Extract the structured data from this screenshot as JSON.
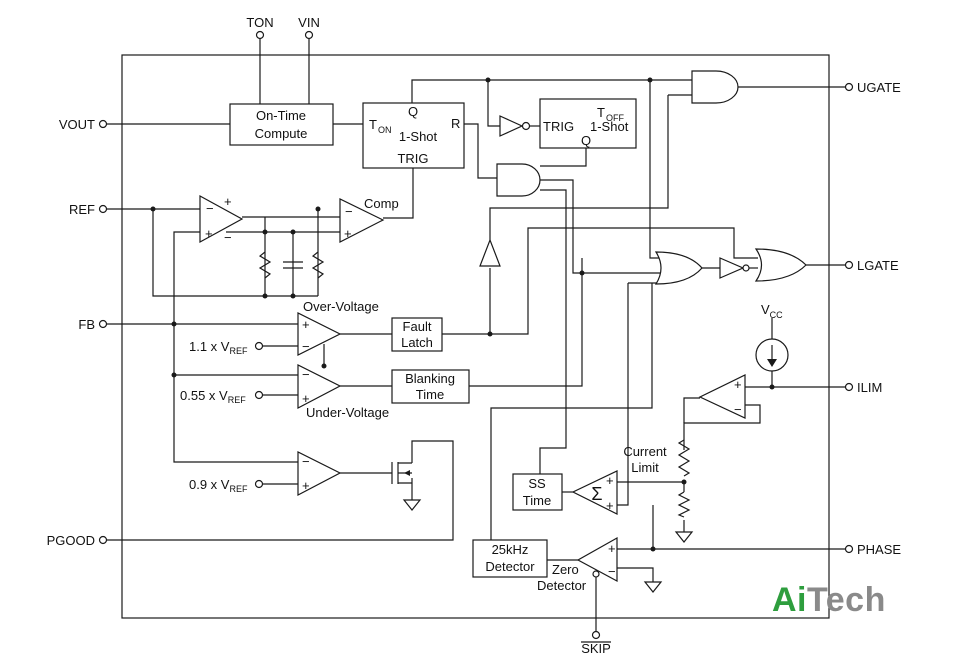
{
  "pins": {
    "ton": "TON",
    "vin": "VIN",
    "vout": "VOUT",
    "ref": "REF",
    "fb": "FB",
    "pgood": "PGOOD",
    "ugate": "UGATE",
    "lgate": "LGATE",
    "ilim": "ILIM",
    "phase": "PHASE",
    "skip": "SKIP"
  },
  "blocks": {
    "on_time_line1": "On-Time",
    "on_time_line2": "Compute",
    "ton_oneshot_t": "T",
    "ton_oneshot_sub": "ON",
    "ton_oneshot_q": "Q",
    "ton_oneshot_r": "R",
    "ton_oneshot_name": "1-Shot",
    "ton_oneshot_trig": "TRIG",
    "toff_trig": "TRIG",
    "toff_t": "T",
    "toff_sub": "OFF",
    "toff_name": "1-Shot",
    "toff_q": "Q",
    "fault_line1": "Fault",
    "fault_line2": "Latch",
    "blanking_line1": "Blanking",
    "blanking_line2": "Time",
    "ss_line1": "SS",
    "ss_line2": "Time",
    "det_line1": "25kHz",
    "det_line2": "Detector",
    "sigma": "Σ"
  },
  "labels": {
    "comp": "Comp",
    "over_voltage": "Over-Voltage",
    "under_voltage": "Under-Voltage",
    "ov_ref": "1.1 x V",
    "uv_ref": "0.55 x V",
    "pg_ref": "0.9 x V",
    "ref_sub": "REF",
    "vcc": "V",
    "vcc_sub": "CC",
    "current_limit_1": "Current",
    "current_limit_2": "Limit",
    "zero_1": "Zero",
    "zero_2": "Detector",
    "plus": "+",
    "minus": "−"
  },
  "brand": {
    "logo_part1": "Ai",
    "logo_part2": "Tech",
    "color_green": "#2e9e3e",
    "color_gray": "#8a8a8a"
  }
}
